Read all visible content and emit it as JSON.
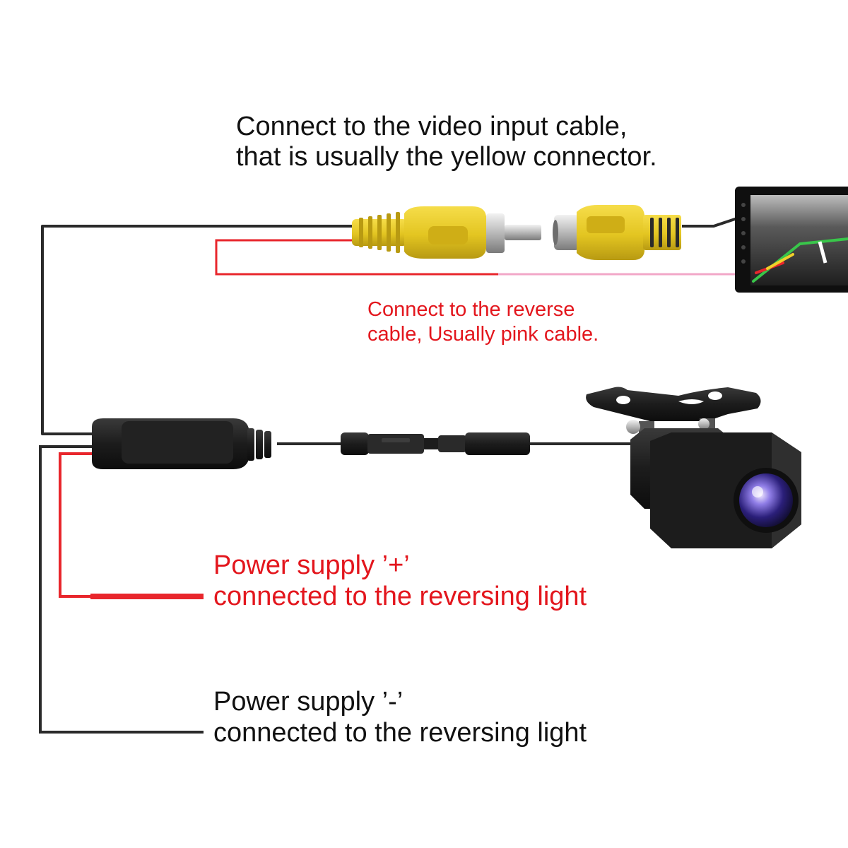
{
  "colors": {
    "black_wire": "#2a2a2a",
    "red_wire": "#e8262c",
    "pink_wire": "#f2a7c8",
    "annotation_red": "#e3161d",
    "rca_yellow": "#e3c521",
    "camera_body": "#1c1c1c"
  },
  "annotations": {
    "video_input": {
      "line1": "Connect to the video input cable,",
      "line2": "that is usually the yellow connector."
    },
    "reverse_cable": {
      "line1": "Connect to the reverse",
      "line2": "cable, Usually pink cable."
    },
    "power_positive": {
      "line1": "Power supply ’+’",
      "line2": "connected to the reversing light"
    },
    "power_negative": {
      "line1": "Power supply ’-’",
      "line2": "connected to the reversing light"
    }
  },
  "components": {
    "head_unit_display": "car-stereo-screen",
    "rca_male": "yellow-rca-male-plug",
    "rca_female": "yellow-rca-female-jack",
    "junction": "cable-junction-box",
    "inline_connector": "inline-cable-connector",
    "camera": "reversing-camera"
  }
}
